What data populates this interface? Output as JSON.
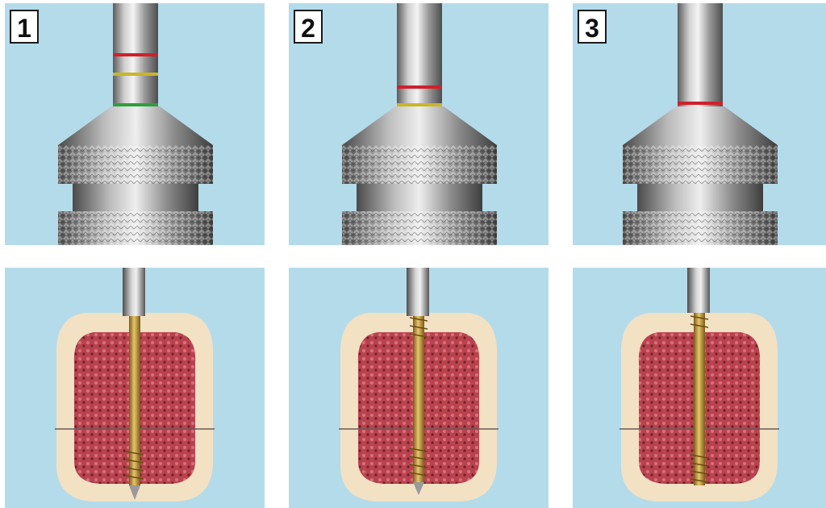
{
  "panels": {
    "step1": {
      "label": "1"
    },
    "step2": {
      "label": "2"
    },
    "step3": {
      "label": "3"
    }
  },
  "colors": {
    "background": "#b4dbea",
    "ring_red": "#d0202a",
    "ring_yellow": "#c9b52a",
    "ring_green": "#2f9e3c",
    "bone_cortex": "#f3e1c4",
    "bone_marrow": "#b8434f",
    "screw": "#c49a3c"
  }
}
